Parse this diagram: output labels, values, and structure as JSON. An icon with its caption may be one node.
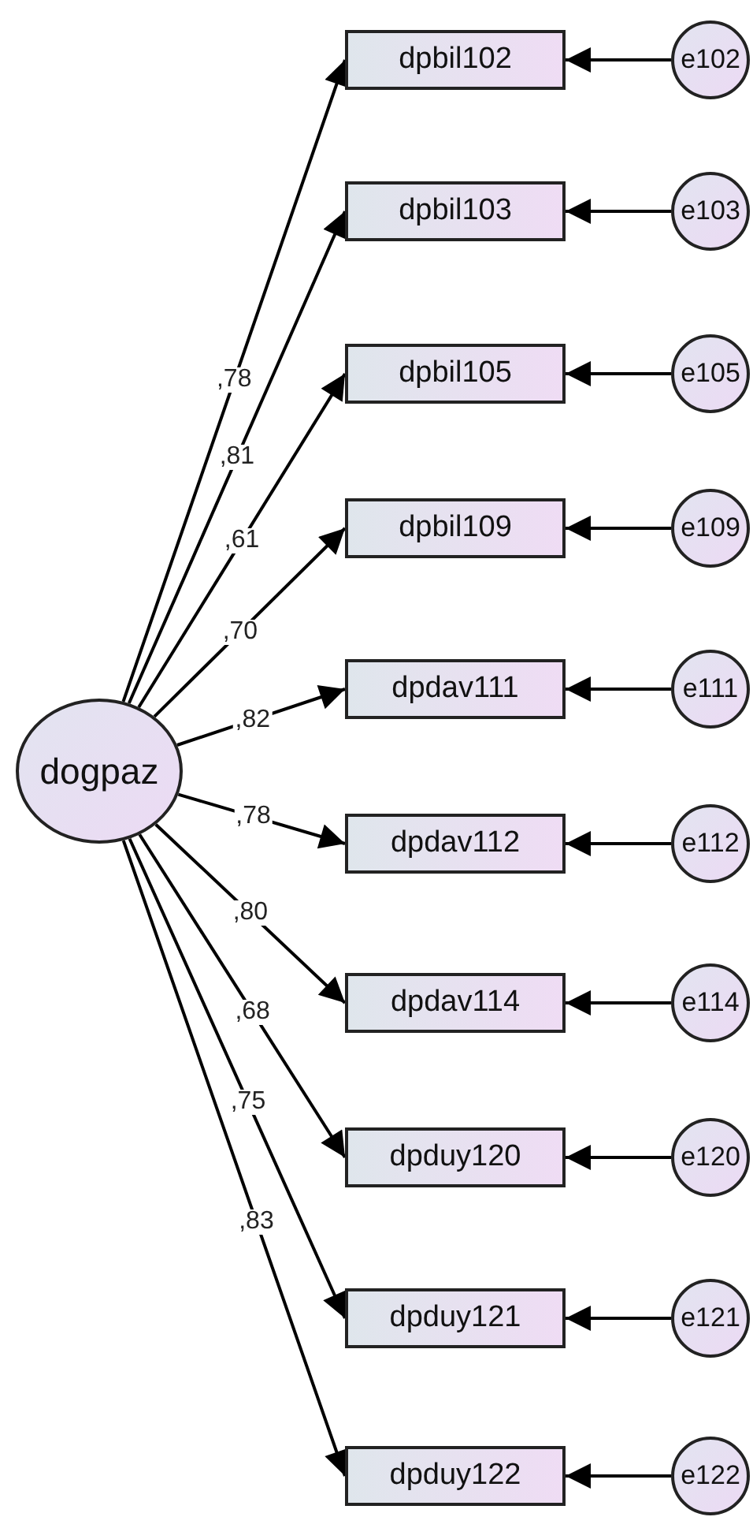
{
  "diagram": {
    "nodes": [
      {
        "text": [
          "dogpaz"
        ]
      },
      {
        "text": [
          "dpbil102"
        ]
      },
      {
        "text": [
          "dpbil103"
        ]
      },
      {
        "text": [
          "dpbil105"
        ]
      },
      {
        "text": [
          "dpbil109"
        ]
      },
      {
        "text": [
          "dpdav111"
        ]
      },
      {
        "text": [
          "dpdav112"
        ]
      },
      {
        "text": [
          "dpdav114"
        ]
      },
      {
        "text": [
          "dpduy120"
        ]
      },
      {
        "text": [
          "dpduy121"
        ]
      },
      {
        "text": [
          "dpduy122"
        ]
      },
      {
        "text": [
          "e102"
        ]
      },
      {
        "text": [
          "e103"
        ]
      },
      {
        "text": [
          "e105"
        ]
      },
      {
        "text": [
          "e109"
        ]
      },
      {
        "text": [
          "e111"
        ]
      },
      {
        "text": [
          "e112"
        ]
      },
      {
        "text": [
          "e114"
        ]
      },
      {
        "text": [
          "e120"
        ]
      },
      {
        "text": [
          "e121"
        ]
      },
      {
        "text": [
          "e122"
        ]
      }
    ],
    "edges": [
      {
        "from": 0,
        "to": 1,
        "arrow": "to",
        "label": ",78"
      },
      {
        "from": 0,
        "to": 2,
        "arrow": "to",
        "label": ",81"
      },
      {
        "from": 0,
        "to": 3,
        "arrow": "to",
        "label": ",61"
      },
      {
        "from": 0,
        "to": 4,
        "arrow": "to",
        "label": ",70"
      },
      {
        "from": 0,
        "to": 5,
        "arrow": "to",
        "label": ",82"
      },
      {
        "from": 0,
        "to": 6,
        "arrow": "to",
        "label": ",78"
      },
      {
        "from": 0,
        "to": 7,
        "arrow": "to",
        "label": ",80"
      },
      {
        "from": 0,
        "to": 8,
        "arrow": "to",
        "label": ",68"
      },
      {
        "from": 0,
        "to": 9,
        "arrow": "to",
        "label": ",75"
      },
      {
        "from": 0,
        "to": 10,
        "arrow": "to",
        "label": ",83"
      },
      {
        "from": 11,
        "to": 1,
        "arrow": "to"
      },
      {
        "from": 12,
        "to": 2,
        "arrow": "to"
      },
      {
        "from": 13,
        "to": 3,
        "arrow": "to"
      },
      {
        "from": 14,
        "to": 4,
        "arrow": "to"
      },
      {
        "from": 15,
        "to": 5,
        "arrow": "to"
      },
      {
        "from": 16,
        "to": 6,
        "arrow": "to"
      },
      {
        "from": 17,
        "to": 7,
        "arrow": "to"
      },
      {
        "from": 18,
        "to": 8,
        "arrow": "to"
      },
      {
        "from": 19,
        "to": 9,
        "arrow": "to"
      },
      {
        "from": 20,
        "to": 10,
        "arrow": "to"
      }
    ]
  }
}
